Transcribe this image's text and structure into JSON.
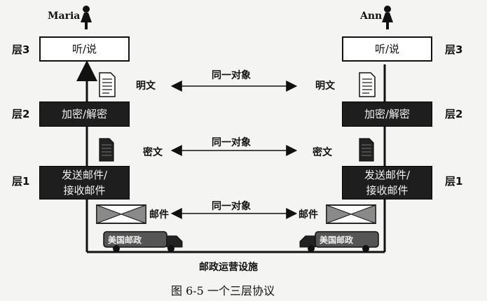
{
  "users": {
    "left": "Maria",
    "right": "Ann"
  },
  "layers": {
    "l3": "层3",
    "l2": "层2",
    "l1": "层1"
  },
  "boxes": {
    "top": "听/说",
    "middle": "加密/解密",
    "bottom_line1": "发送邮件/",
    "bottom_line2": "接收邮件"
  },
  "labels": {
    "plaintext": "明文",
    "ciphertext": "密文",
    "mail": "邮件",
    "same_object": "同一对象"
  },
  "truck_text": "美国邮政",
  "transport": "邮政运营设施",
  "caption": "图 6-5   一个三层协议",
  "colors": {
    "dark_box": "#1e1e1e",
    "line": "#111111",
    "envelope": "#8a8a8a"
  }
}
